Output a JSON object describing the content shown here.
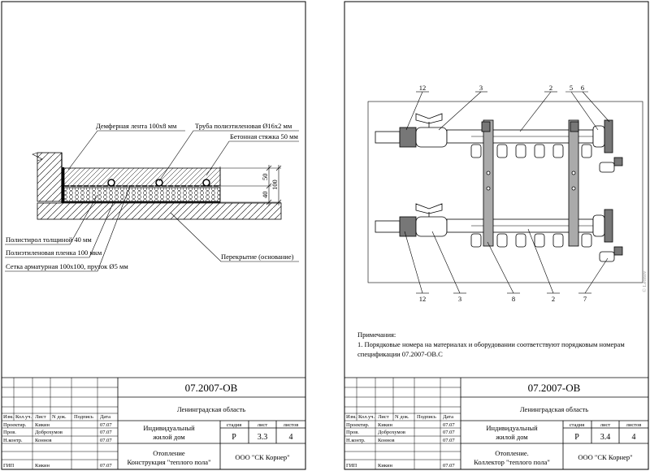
{
  "left_sheet": {
    "labels": {
      "damper_tape": "Демферная лента 100х8 мм",
      "pipe": "Труба полиэтиленовая Ø16х2 мм",
      "screed": "Бетонная стяжка 50 мм",
      "polystyrene": "Полистирол толщиной 40 мм",
      "film": "Полиэтиленовая пленка 100 мкм",
      "mesh": "Сетка арматурная 100х100, пруток Ø5 мм",
      "slab": "Перекрытие (основание)"
    },
    "dimensions": {
      "top": "50",
      "bottom": "40",
      "total": "100"
    },
    "stamp": {
      "code": "07.2007-ОВ",
      "region": "Ленинградская область",
      "object_line1": "Индивидуальный",
      "object_line2": "жилой дом",
      "sheet_title_line1": "Отопление",
      "sheet_title_line2": "Конструкция \"теплого пола\"",
      "stage": "Р",
      "sheet": "3.3",
      "sheets": "4",
      "company": "ООО \"СК Корнер\""
    }
  },
  "right_sheet": {
    "callouts_top": [
      "12",
      "3",
      "2",
      "5",
      "6"
    ],
    "callouts_bottom": [
      "12",
      "3",
      "8",
      "2",
      "7"
    ],
    "notes_title": "Примечания:",
    "note_line1": "1. Порядковые номера на материалах и оборудовании соответствуют порядковым номерам",
    "note_line2": "спецификации 07.2007-ОВ.С",
    "stamp": {
      "code": "07.2007-ОВ",
      "region": "Ленинградская область",
      "object_line1": "Индивидуальный",
      "object_line2": "жилой дом",
      "sheet_title_line1": "Отопление.",
      "sheet_title_line2": "Коллектор \"теплого пола\"",
      "stage": "Р",
      "sheet": "3.4",
      "sheets": "4",
      "company": "ООО \"СК Корнер\""
    }
  },
  "stamp_headers": {
    "izm": "Изм.",
    "kol_uch": "Кол.уч.",
    "list": "Лист",
    "n_dok": "N док.",
    "podpis": "Подпись",
    "data": "Дата",
    "stadiya": "стадия",
    "list_h": "лист",
    "listov": "листов"
  },
  "stamp_people": [
    {
      "role": "Проектир.",
      "name": "Кикин",
      "date": "07.07"
    },
    {
      "role": "Пров.",
      "name": "Доброхумов",
      "date": "07.07"
    },
    {
      "role": "Н.контр.",
      "name": "Коннов",
      "date": "07.07"
    },
    {
      "role": "ГИП",
      "name": "Кикин",
      "date": "07.07"
    }
  ],
  "watermark": "© Leonov"
}
